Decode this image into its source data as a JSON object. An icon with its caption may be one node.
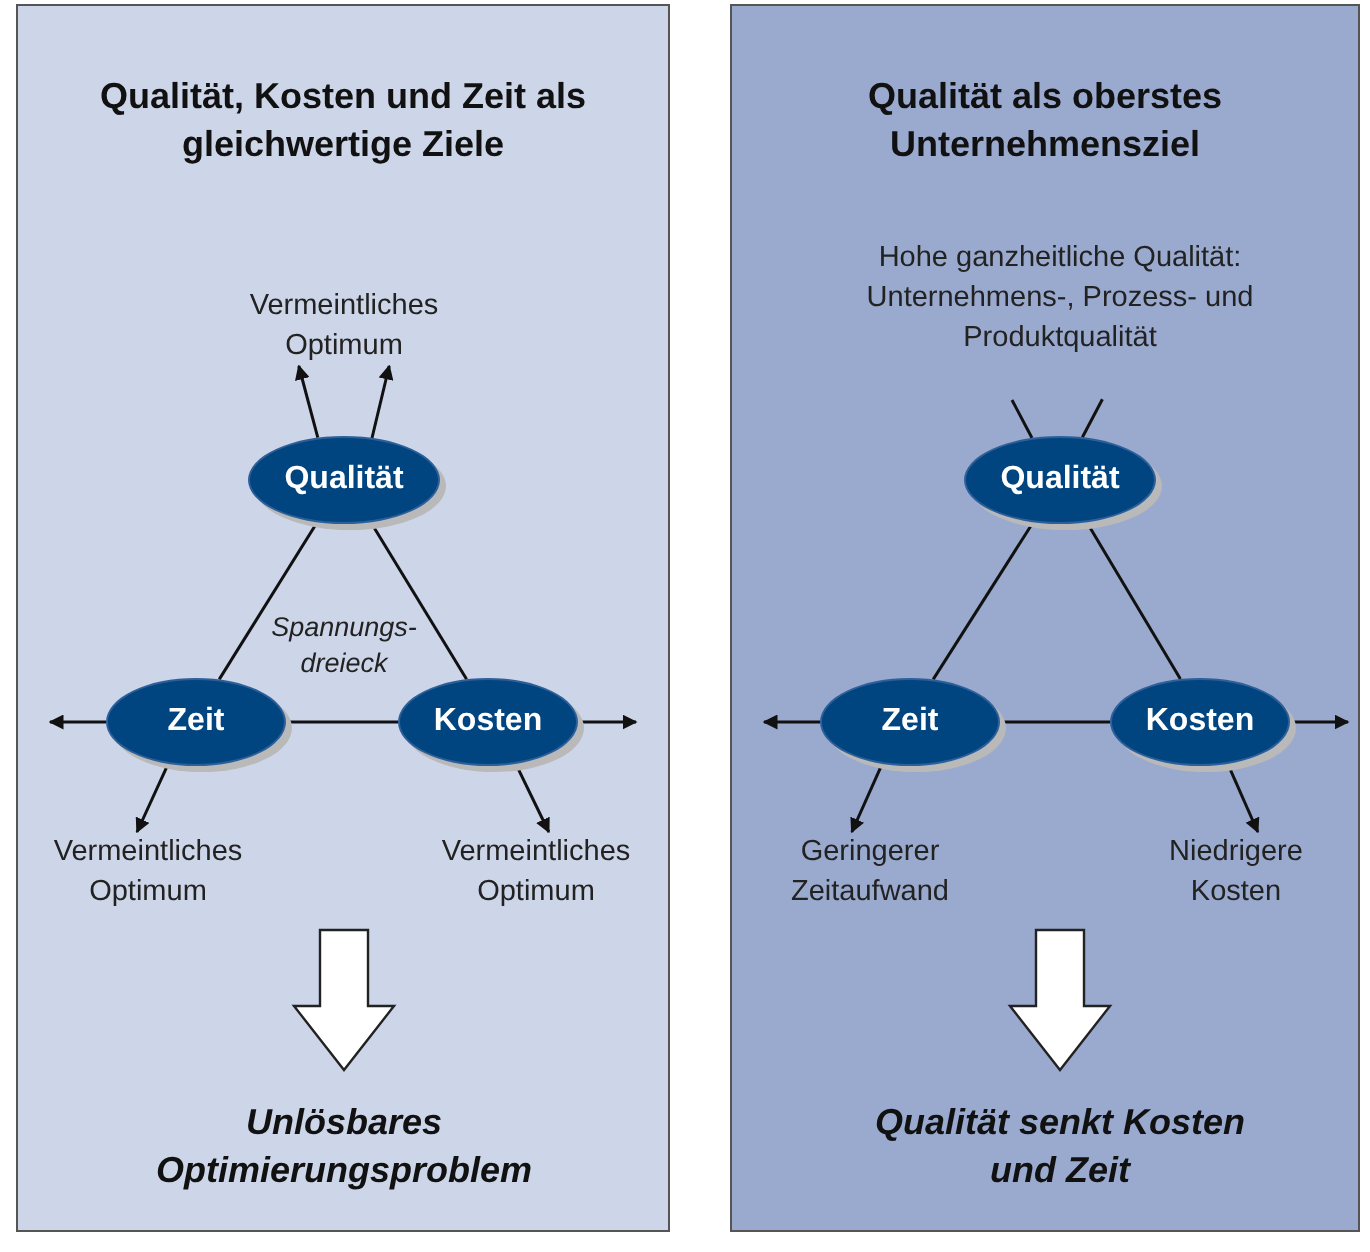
{
  "diagram": {
    "nodes": [
      {
        "text": [
          "Qualität, Kosten und Zeit als gleichwertige Ziele"
        ]
      },
      {
        "text": [
          "Vermeintliches Optimum"
        ],
        "in": 0
      },
      {
        "text": [
          "Qualität"
        ],
        "in": 0
      },
      {
        "text": [
          "Zeit"
        ],
        "in": 0
      },
      {
        "text": [
          "Kosten"
        ],
        "in": 0
      },
      {
        "text": [
          "Vermeintliches Optimum"
        ],
        "in": 0
      },
      {
        "text": [
          "Vermeintliches Optimum"
        ],
        "in": 0
      },
      {
        "text": [
          "Unlösbares Optimierungsproblem"
        ],
        "in": 0
      },
      {
        "text": [
          "Qualität als oberstes Unternehmensziel"
        ]
      },
      {
        "text": [
          "Hohe ganzheitliche Qualität: Unternehmens-, Prozess- und Produktqualität"
        ],
        "in": 8
      },
      {
        "text": [
          "Qualität"
        ],
        "in": 8
      },
      {
        "text": [
          "Zeit"
        ],
        "in": 8
      },
      {
        "text": [
          "Kosten"
        ],
        "in": 8
      },
      {
        "text": [
          "Geringerer Zeitaufwand"
        ],
        "in": 8
      },
      {
        "text": [
          "Niedrigere Kosten"
        ],
        "in": 8
      },
      {
        "text": [
          "Qualität senkt Kosten und Zeit"
        ],
        "in": 8
      }
    ],
    "edges": [
      {
        "from": 2,
        "to": 1,
        "arrow": "to"
      },
      {
        "from": 2,
        "to": 1,
        "arrow": "to"
      },
      {
        "from": 2,
        "to": 3,
        "arrow": "none"
      },
      {
        "from": 2,
        "to": 4,
        "arrow": "none"
      },
      {
        "from": 3,
        "to": 4,
        "arrow": "none"
      },
      {
        "from": 3,
        "to": null,
        "arrow": "to"
      },
      {
        "from": 3,
        "to": 5,
        "arrow": "to"
      },
      {
        "from": 4,
        "to": null,
        "arrow": "to"
      },
      {
        "from": 4,
        "to": 6,
        "arrow": "to"
      },
      {
        "from": null,
        "to": 7,
        "arrow": "to",
        "style": "thick"
      },
      {
        "from": 10,
        "to": null,
        "arrow": "none"
      },
      {
        "from": 10,
        "to": null,
        "arrow": "none"
      },
      {
        "from": 10,
        "to": 11,
        "arrow": "none"
      },
      {
        "from": 10,
        "to": 12,
        "arrow": "none"
      },
      {
        "from": 11,
        "to": 12,
        "arrow": "none"
      },
      {
        "from": 11,
        "to": null,
        "arrow": "to"
      },
      {
        "from": 11,
        "to": 13,
        "arrow": "to"
      },
      {
        "from": 12,
        "to": null,
        "arrow": "to"
      },
      {
        "from": 12,
        "to": 14,
        "arrow": "to"
      },
      {
        "from": null,
        "to": 15,
        "arrow": "to",
        "style": "thick"
      }
    ],
    "labels": [
      "Spannungs- dreieck"
    ]
  }
}
